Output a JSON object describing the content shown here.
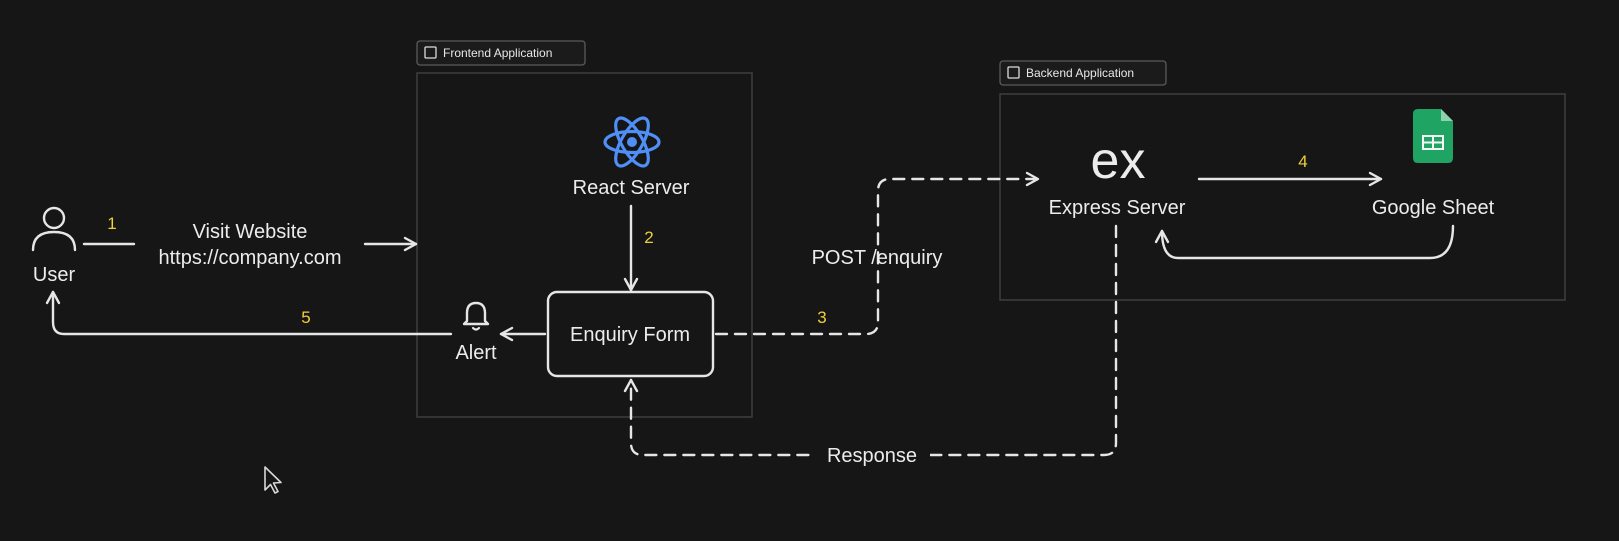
{
  "groups": {
    "frontend": "Frontend Application",
    "backend": "Backend Application"
  },
  "nodes": {
    "user": "User",
    "react_server": "React Server",
    "enquiry_form": "Enquiry Form",
    "alert": "Alert",
    "express_logo": "ex",
    "express_server": "Express Server",
    "google_sheet": "Google Sheet"
  },
  "edges": {
    "visit_line1": "Visit Website",
    "visit_line2": "https://company.com",
    "post": "POST /enquiry",
    "response": "Response"
  },
  "steps": {
    "s1": "1",
    "s2": "2",
    "s3": "3",
    "s4": "4",
    "s5": "5"
  },
  "colors": {
    "background": "#161616",
    "step_numbers": "#f0cf3a",
    "react_logo": "#4f8ff7",
    "sheet_icon": "#1fa463"
  },
  "icons": {
    "user": "user-icon",
    "react": "react-logo-icon",
    "alert": "bell-icon",
    "sheet": "google-sheets-icon",
    "cursor": "mouse-cursor-icon"
  }
}
